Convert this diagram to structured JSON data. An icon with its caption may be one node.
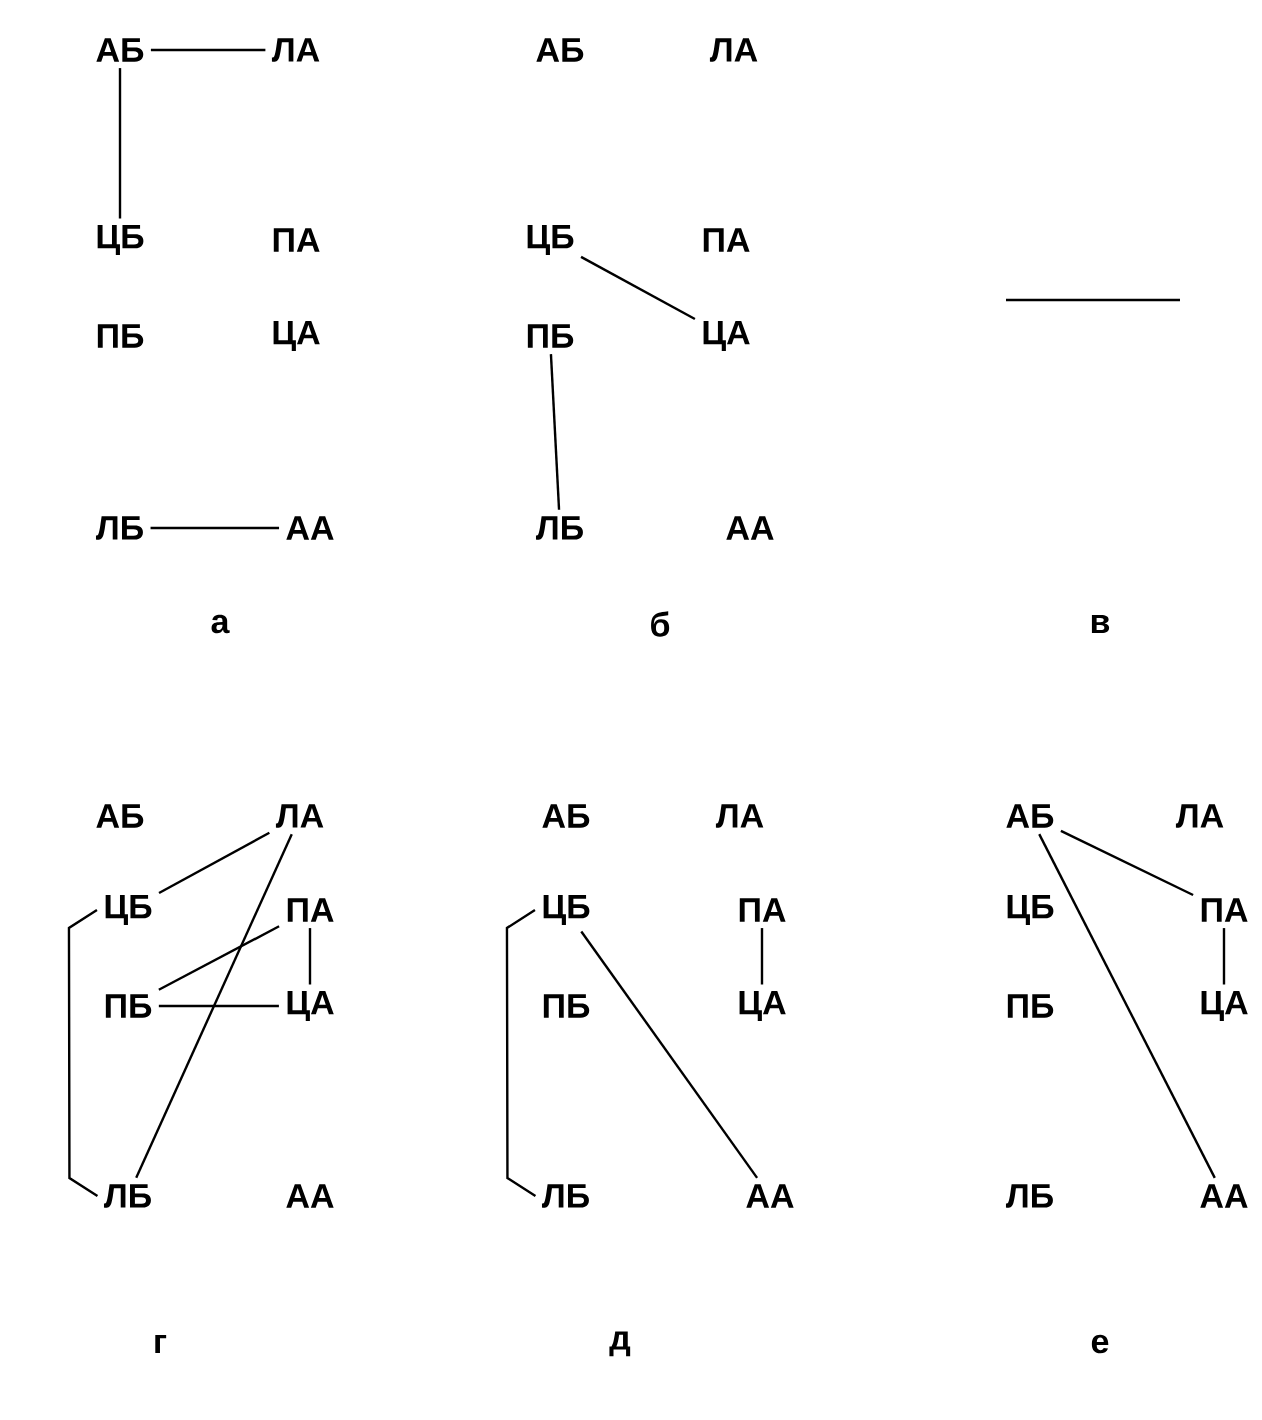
{
  "diagram": {
    "nodes": [
      {
        "text": [
          "АБ"
        ]
      },
      {
        "text": [
          "ЛА"
        ]
      },
      {
        "text": [
          "ЦБ"
        ]
      },
      {
        "text": [
          "ПА"
        ]
      },
      {
        "text": [
          "ПБ"
        ]
      },
      {
        "text": [
          "ЦА"
        ]
      },
      {
        "text": [
          "ЛБ"
        ]
      },
      {
        "text": [
          "АА"
        ]
      },
      {
        "text": [
          "АБ"
        ]
      },
      {
        "text": [
          "ЛА"
        ]
      },
      {
        "text": [
          "ЦБ"
        ]
      },
      {
        "text": [
          "ПА"
        ]
      },
      {
        "text": [
          "ПБ"
        ]
      },
      {
        "text": [
          "ЦА"
        ]
      },
      {
        "text": [
          "ЛБ"
        ]
      },
      {
        "text": [
          "АА"
        ]
      },
      {
        "text": [
          "АБ"
        ]
      },
      {
        "text": [
          "ЛА"
        ]
      },
      {
        "text": [
          "ЦБ"
        ]
      },
      {
        "text": [
          "ПА"
        ]
      },
      {
        "text": [
          "ПБ"
        ]
      },
      {
        "text": [
          "ЦА"
        ]
      },
      {
        "text": [
          "ЛБ"
        ]
      },
      {
        "text": [
          "АА"
        ]
      },
      {
        "text": [
          "АБ"
        ]
      },
      {
        "text": [
          "ЛА"
        ]
      },
      {
        "text": [
          "ЦБ"
        ]
      },
      {
        "text": [
          "ПА"
        ]
      },
      {
        "text": [
          "ПБ"
        ]
      },
      {
        "text": [
          "ЦА"
        ]
      },
      {
        "text": [
          "ЛБ"
        ]
      },
      {
        "text": [
          "АА"
        ]
      },
      {
        "text": [
          "АБ"
        ]
      },
      {
        "text": [
          "ЛА"
        ]
      },
      {
        "text": [
          "ЦБ"
        ]
      },
      {
        "text": [
          "ПА"
        ]
      },
      {
        "text": [
          "ПБ"
        ]
      },
      {
        "text": [
          "ЦА"
        ]
      },
      {
        "text": [
          "ЛБ"
        ]
      },
      {
        "text": [
          "АА"
        ]
      }
    ],
    "edges": [
      {
        "from": 0,
        "to": 1,
        "arrow": "none"
      },
      {
        "from": 0,
        "to": 2,
        "arrow": "none"
      },
      {
        "from": 6,
        "to": 7,
        "arrow": "none"
      },
      {
        "from": 10,
        "to": 13,
        "arrow": "none"
      },
      {
        "from": 12,
        "to": 14,
        "arrow": "none"
      },
      {
        "from": 17,
        "to": 18,
        "arrow": "none"
      },
      {
        "from": 17,
        "to": 22,
        "arrow": "none"
      },
      {
        "from": 20,
        "to": 19,
        "arrow": "none"
      },
      {
        "from": 20,
        "to": 21,
        "arrow": "none"
      },
      {
        "from": 19,
        "to": 21,
        "arrow": "none"
      },
      {
        "from": 18,
        "to": 22,
        "arrow": "none"
      },
      {
        "from": 26,
        "to": 30,
        "arrow": "none"
      },
      {
        "from": 26,
        "to": 31,
        "arrow": "none"
      },
      {
        "from": 27,
        "to": 29,
        "arrow": "none"
      },
      {
        "from": 32,
        "to": 35,
        "arrow": "none"
      },
      {
        "from": 32,
        "to": 39,
        "arrow": "none"
      },
      {
        "from": 35,
        "to": 37,
        "arrow": "none"
      }
    ],
    "labels": [
      "а",
      "б",
      "в",
      "г",
      "д",
      "е"
    ]
  }
}
